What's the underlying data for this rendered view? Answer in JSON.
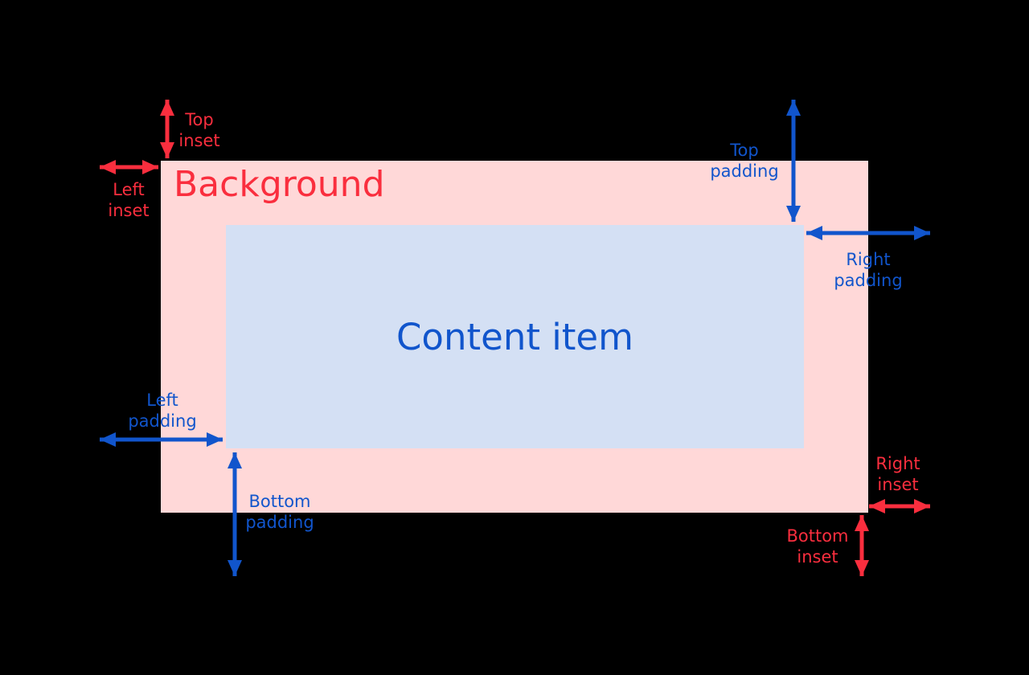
{
  "diagram": {
    "background": {
      "label": "Background"
    },
    "content": {
      "label": "Content item"
    },
    "annotations": {
      "top_inset": "Top\ninset",
      "left_inset": "Left\ninset",
      "right_inset": "Right\ninset",
      "bottom_inset": "Bottom\ninset",
      "top_padding": "Top\npadding",
      "left_padding": "Left\npadding",
      "right_padding": "Right\npadding",
      "bottom_padding": "Bottom\npadding"
    }
  },
  "colors": {
    "canvas": "#000000",
    "background_fill": "#ffd8d8",
    "content_fill": "#d4e0f4",
    "inset_accent": "#fa2e3e",
    "padding_accent": "#1155cc"
  }
}
